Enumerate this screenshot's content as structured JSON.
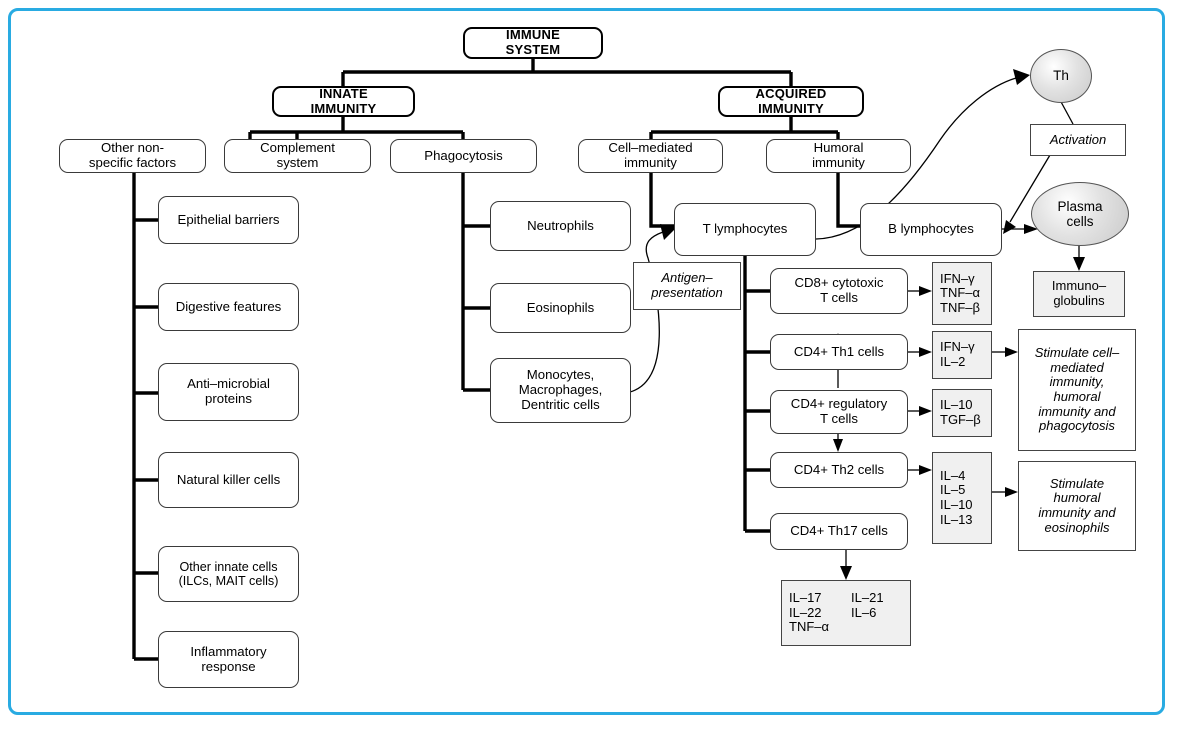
{
  "figure": {
    "title": "Immune system overview flowchart",
    "frame_color": "#29abe2",
    "cytokine_box_fill": "#f0f0f0"
  },
  "root": {
    "label": "IMMUNE\nSYSTEM",
    "line1": "IMMUNE",
    "line2": "SYSTEM"
  },
  "branches": {
    "innate": {
      "line1": "INNATE",
      "line2": "IMMUNITY"
    },
    "acquired": {
      "line1": "ACQUIRED",
      "line2": "IMMUNITY"
    }
  },
  "innate_children": [
    {
      "line1": "Other non-",
      "line2": "specific factors"
    },
    {
      "line1": "Complement",
      "line2": "system"
    },
    {
      "line1": "Phagocytosis",
      "line2": ""
    }
  ],
  "nonspecific_factors": [
    {
      "line1": "Epithelial barriers",
      "line2": ""
    },
    {
      "line1": "Digestive features",
      "line2": ""
    },
    {
      "line1": "Anti–microbial",
      "line2": "proteins"
    },
    {
      "line1": "Natural killer cells",
      "line2": ""
    },
    {
      "line1": "Other innate cells",
      "line2": "(ILCs, MAIT  cells)"
    },
    {
      "line1": "Inflammatory",
      "line2": "response"
    }
  ],
  "phagocytes": [
    {
      "line1": "Neutrophils",
      "line2": "",
      "line3": ""
    },
    {
      "line1": "Eosinophils",
      "line2": "",
      "line3": ""
    },
    {
      "line1": "Monocytes,",
      "line2": "Macrophages,",
      "line3": "Dentritic cells"
    }
  ],
  "acquired_children": [
    {
      "line1": "Cell–mediated",
      "line2": "immunity"
    },
    {
      "line1": "Humoral",
      "line2": "immunity"
    }
  ],
  "lymphocytes": {
    "t_cells": "T lymphocytes",
    "b_cells": "B lymphocytes"
  },
  "antigen_presentation": {
    "line1": "Antigen–",
    "line2": "presentation"
  },
  "activation": {
    "label": "Activation"
  },
  "ellipses": {
    "th": {
      "label": "Th"
    },
    "plasma": {
      "line1": "Plasma",
      "line2": "cells"
    }
  },
  "immunoglobulins": {
    "line1": "Immuno–",
    "line2": "globulins"
  },
  "t_subsets": [
    {
      "id": "cd8",
      "line1": "CD8+ cytotoxic",
      "line2": "T cells"
    },
    {
      "id": "th1",
      "line1": "CD4+ Th1 cells",
      "line2": ""
    },
    {
      "id": "treg",
      "line1": "CD4+ regulatory",
      "line2": "T cells"
    },
    {
      "id": "th2",
      "line1": "CD4+ Th2 cells",
      "line2": ""
    },
    {
      "id": "th17",
      "line1": "CD4+ Th17 cells",
      "line2": ""
    }
  ],
  "cytokines": {
    "cd8": [
      "IFN–γ",
      "TNF–α",
      "TNF–β"
    ],
    "th1": [
      "IFN–γ",
      "IL–2"
    ],
    "treg": [
      "IL–10",
      "TGF–β"
    ],
    "th2": [
      "IL–4",
      "IL–5",
      "IL–10",
      "IL–13"
    ],
    "th17_col1": [
      "IL–17",
      "IL–22",
      "TNF–α"
    ],
    "th17_col2": [
      "IL–21",
      "IL–6"
    ]
  },
  "effects": {
    "th1_effect": [
      "Stimulate cell–",
      "mediated",
      "immunity,",
      "humoral",
      "immunity and",
      "phagocytosis"
    ],
    "th2_effect": [
      "Stimulate",
      "humoral",
      "immunity and",
      "eosinophils"
    ]
  }
}
